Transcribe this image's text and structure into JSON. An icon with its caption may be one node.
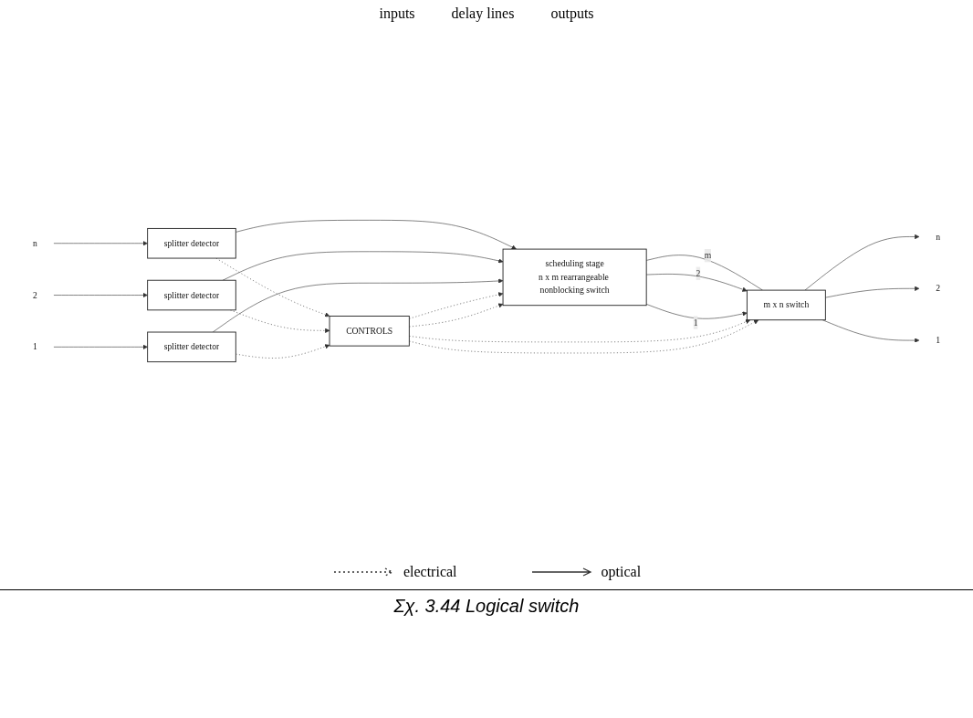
{
  "diagram": {
    "caption": "Σχ. 3.44 Logical switch",
    "nodes": [
      {
        "text": [
          "n"
        ]
      },
      {
        "text": [
          "2"
        ]
      },
      {
        "text": [
          "1"
        ]
      },
      {
        "text": [
          "splitter detector"
        ]
      },
      {
        "text": [
          "splitter detector"
        ]
      },
      {
        "text": [
          "splitter detector"
        ]
      },
      {
        "text": [
          "scheduling stage",
          "n x m rearrangeable nonblocking switch"
        ]
      },
      {
        "text": [
          "m x n switch"
        ]
      },
      {
        "text": [
          "n"
        ]
      },
      {
        "text": [
          "2"
        ]
      },
      {
        "text": [
          "1"
        ]
      },
      {
        "text": [
          "CONTROLS"
        ]
      }
    ],
    "edges": [
      {
        "from": 0,
        "to": 3,
        "arrow": "to"
      },
      {
        "from": 1,
        "to": 4,
        "arrow": "to"
      },
      {
        "from": 2,
        "to": 5,
        "arrow": "to"
      },
      {
        "from": 3,
        "to": 6,
        "arrow": "to"
      },
      {
        "from": 4,
        "to": 6,
        "arrow": "to"
      },
      {
        "from": 5,
        "to": 6,
        "arrow": "to"
      },
      {
        "from": 6,
        "to": 7,
        "arrow": "none",
        "label": "m"
      },
      {
        "from": 6,
        "to": 7,
        "arrow": "to",
        "label": "2"
      },
      {
        "from": 6,
        "to": 7,
        "arrow": "to",
        "label": "1"
      },
      {
        "from": 7,
        "to": 8,
        "arrow": "to"
      },
      {
        "from": 7,
        "to": 9,
        "arrow": "to"
      },
      {
        "from": 7,
        "to": 10,
        "arrow": "to"
      },
      {
        "from": 3,
        "to": 11,
        "arrow": "to",
        "style": "dashed"
      },
      {
        "from": 4,
        "to": 11,
        "arrow": "to",
        "style": "dashed"
      },
      {
        "from": 5,
        "to": 11,
        "arrow": "to",
        "style": "dashed"
      },
      {
        "from": 11,
        "to": 6,
        "arrow": "to",
        "style": "dashed"
      },
      {
        "from": 11,
        "to": 6,
        "arrow": "to",
        "style": "dashed"
      },
      {
        "from": 11,
        "to": 7,
        "arrow": "to",
        "style": "dashed"
      },
      {
        "from": 11,
        "to": 7,
        "arrow": "to",
        "style": "dashed"
      }
    ],
    "labels": [
      "inputs",
      "delay lines",
      "outputs"
    ],
    "legend": [
      {
        "text": "electrical"
      },
      {
        "text": "optical"
      }
    ]
  }
}
